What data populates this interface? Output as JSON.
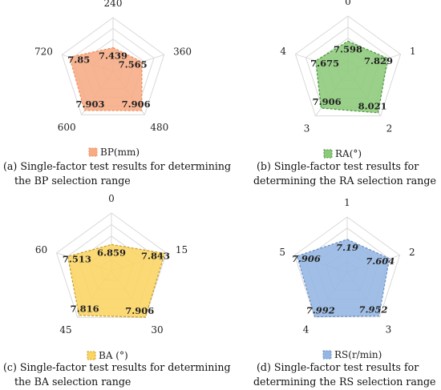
{
  "chart_data": [
    {
      "type": "radar",
      "categories": [
        "240",
        "360",
        "480",
        "600",
        "720"
      ],
      "series": [
        {
          "name": "BP(mm)",
          "values": [
            7.439,
            7.565,
            7.906,
            7.903,
            7.85
          ]
        }
      ],
      "value_labels": [
        "7.439",
        "7.565",
        "7.906",
        "7.903",
        "7.85"
      ],
      "range": [
        7.0,
        8.0
      ],
      "label_italic": false,
      "colors": {
        "fill": "#f7ab84",
        "stroke": "#f28f5e"
      },
      "caption_lines": [
        "(a) Single-factor test results for determining",
        "the BP selection range"
      ]
    },
    {
      "type": "radar",
      "categories": [
        "0",
        "1",
        "2",
        "3",
        "4"
      ],
      "series": [
        {
          "name": "RA(°)",
          "values": [
            7.598,
            7.829,
            8.021,
            7.906,
            7.675
          ]
        }
      ],
      "value_labels": [
        "7.598",
        "7.829",
        "8.021",
        "7.906",
        "7.675"
      ],
      "range": [
        7.0,
        8.1
      ],
      "label_italic": false,
      "colors": {
        "fill": "#8cc97a",
        "stroke": "#4c9a3e"
      },
      "caption_lines": [
        "(b) Single-factor test results for",
        "determining the RA selection range"
      ]
    },
    {
      "type": "radar",
      "categories": [
        "0",
        "15",
        "30",
        "45",
        "60"
      ],
      "series": [
        {
          "name": "BA (°)",
          "values": [
            6.859,
            7.843,
            7.906,
            7.816,
            7.513
          ]
        }
      ],
      "value_labels": [
        "6.859",
        "7.843",
        "7.906",
        "7.816",
        "7.513"
      ],
      "range": [
        6.0,
        7.9
      ],
      "label_italic": false,
      "colors": {
        "fill": "#fbd462",
        "stroke": "#c9a22a"
      },
      "caption_lines": [
        "(c) Single-factor test results for determining",
        "the BA selection range"
      ]
    },
    {
      "type": "radar",
      "categories": [
        "1",
        "2",
        "3",
        "4",
        "5"
      ],
      "series": [
        {
          "name": "RS(r/min)",
          "values": [
            7.19,
            7.604,
            7.952,
            7.992,
            7.906
          ]
        }
      ],
      "value_labels": [
        "7.19",
        "7.604",
        "7.952",
        "7.992",
        "7.906"
      ],
      "range": [
        6.0,
        8.0
      ],
      "label_italic": true,
      "colors": {
        "fill": "#94b6e2",
        "stroke": "#6e93c8"
      },
      "caption_lines": [
        "(d) Single-factor test results for",
        "determining the RS selection range"
      ]
    }
  ]
}
